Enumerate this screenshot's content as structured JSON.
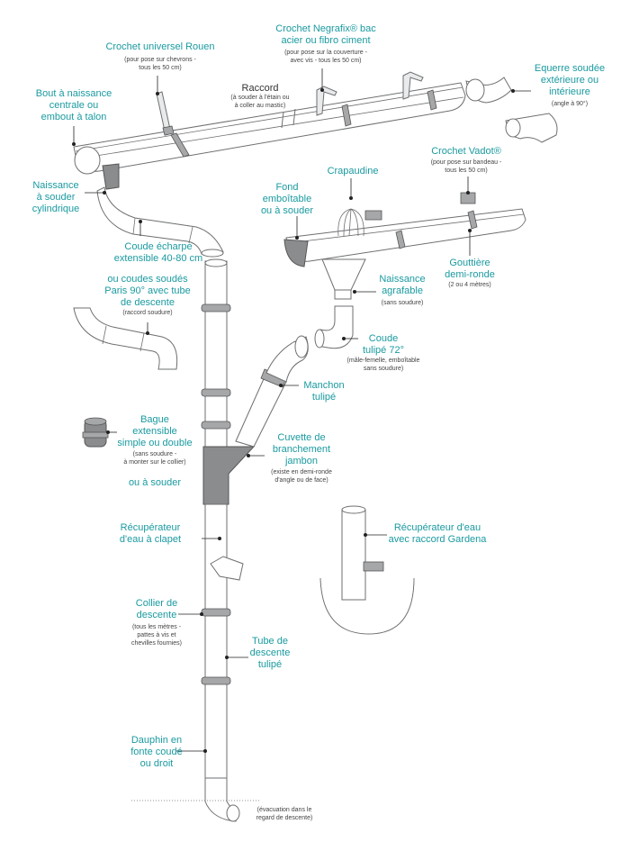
{
  "colors": {
    "label": "#1a9aa0",
    "label_dark": "#333333",
    "line": "#6d6f71",
    "collar": "#a5a7a9"
  },
  "labels": {
    "crochet_rouen": {
      "title": "Crochet universel Rouen",
      "note": "(pour pose sur chevrons -\ntous les 50 cm)"
    },
    "crochet_negrafix": {
      "title": "Crochet Negrafix® bac\nacier ou fibro ciment",
      "note": "(pour pose sur la couverture -\navec vis - tous les 50 cm)"
    },
    "raccord": {
      "title": "Raccord",
      "note": "(à souder à l'étain ou\nà coller au mastic)"
    },
    "bout_naissance": {
      "title": "Bout à naissance\ncentrale ou\nembout à talon"
    },
    "equerre": {
      "title": "Equerre soudée\nextérieure ou\nintérieure",
      "note": "(angle à 90°)"
    },
    "crochet_vadot": {
      "title": "Crochet Vadot®",
      "note": "(pour pose sur bandeau -\ntous les 50 cm)"
    },
    "crapaudine": {
      "title": "Crapaudine"
    },
    "naissance_souder": {
      "title": "Naissance\nà souder\ncylindrique"
    },
    "fond_emboitable": {
      "title": "Fond\nemboîtable\nou à souder"
    },
    "coude_echarpe": {
      "title": "Coude écharpe\nextensible 40-80 cm"
    },
    "gouttiere": {
      "title": "Gouttière\ndemi-ronde",
      "note": "(2 ou 4 mètres)"
    },
    "coudes_soudes": {
      "title": "ou coudes soudés\nParis 90° avec tube\nde descente",
      "note": "(raccord soudure)"
    },
    "naissance_agrafable": {
      "title": "Naissance\nagrafable",
      "note": "(sans soudure)"
    },
    "coude_tulipe": {
      "title": "Coude\ntulipé 72°",
      "note": "(mâle-femelle, emboîtable\nsans soudure)"
    },
    "manchon": {
      "title": "Manchon\ntulipé"
    },
    "bague": {
      "title": "Bague\nextensible\nsimple ou double",
      "note": "(sans soudure -\nà monter sur le collier)"
    },
    "ou_souder": {
      "title": "ou à souder"
    },
    "cuvette": {
      "title": "Cuvette de\nbranchement\njambon",
      "note": "(existe en demi-ronde\nd'angle ou de face)"
    },
    "recup_clapet": {
      "title": "Récupérateur\nd'eau à clapet"
    },
    "recup_gardena": {
      "title": "Récupérateur d'eau\navec raccord Gardena"
    },
    "collier": {
      "title": "Collier de\ndescente",
      "note": "(tous les mètres -\npattes à vis et\nchevilles fournies)"
    },
    "tube_descente": {
      "title": "Tube de\ndescente\ntulipé"
    },
    "dauphin": {
      "title": "Dauphin en\nfonte coudé\nou droit"
    },
    "evacuation": {
      "note": "(évacuation dans le\nregard de descente)"
    }
  }
}
